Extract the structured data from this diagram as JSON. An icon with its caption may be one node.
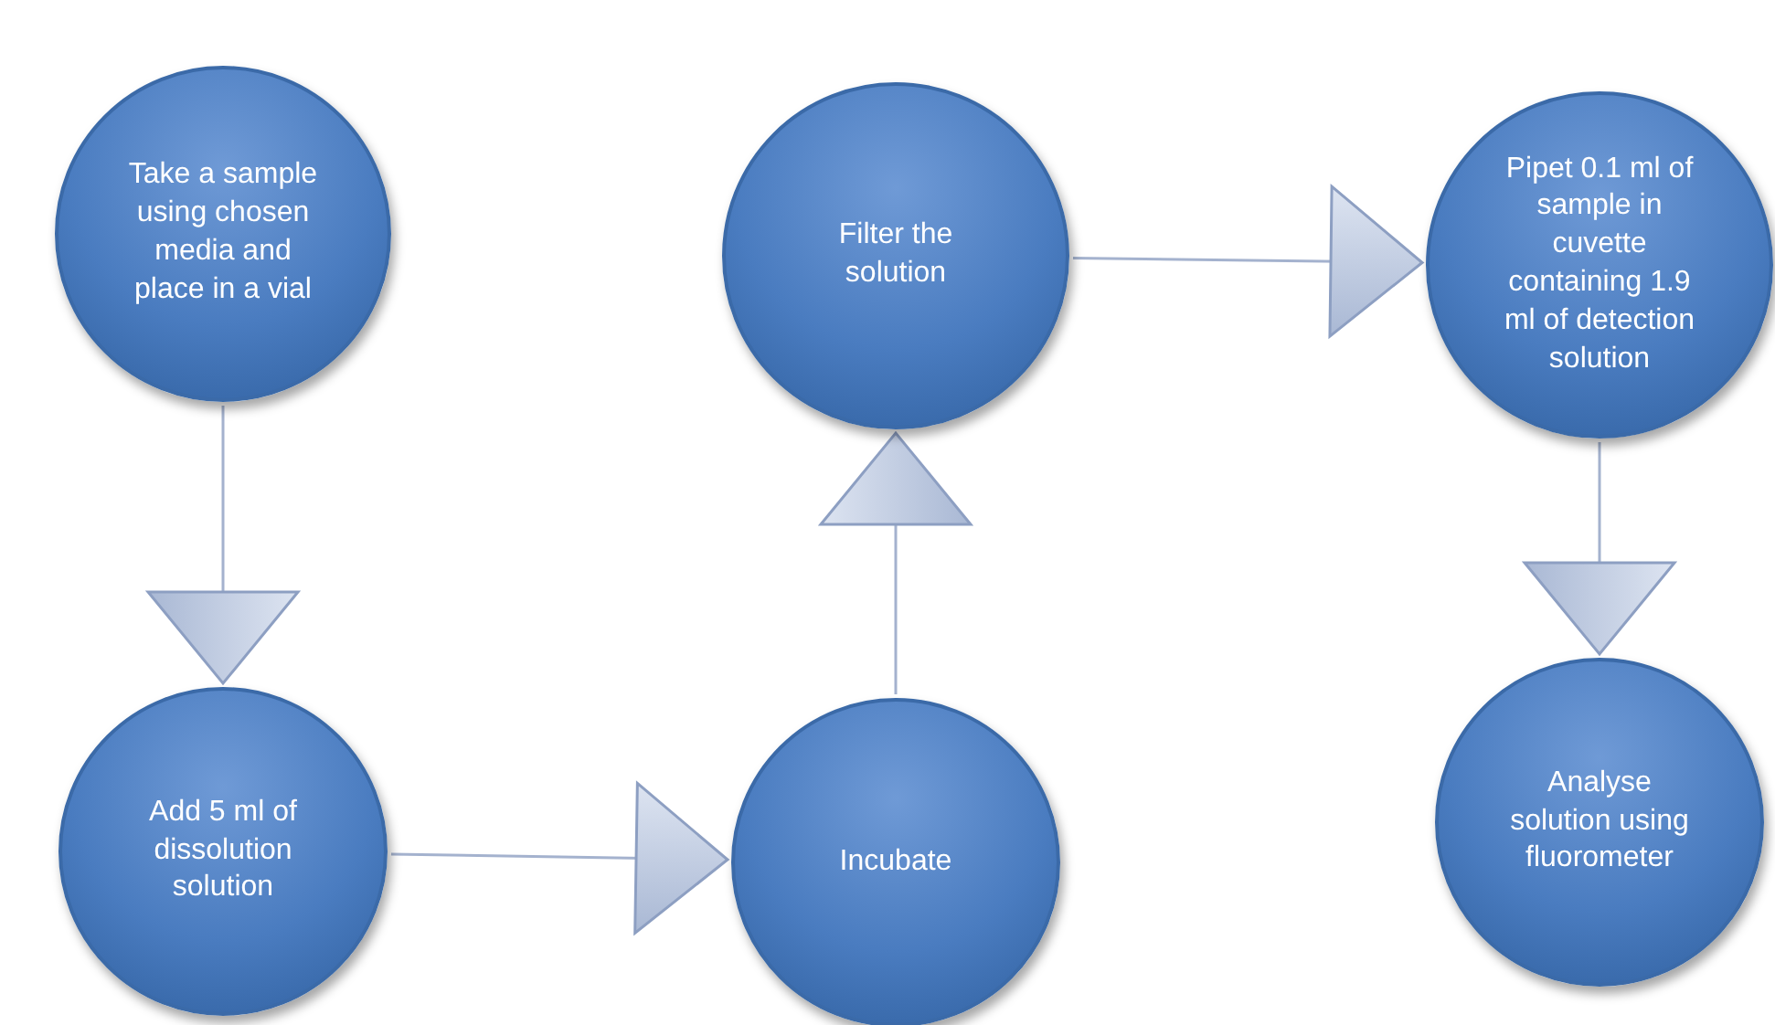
{
  "diagram": {
    "nodes": [
      {
        "text": [
          "Take a sample using chosen media and place in a vial"
        ]
      },
      {
        "text": [
          "Add 5 ml of dissolution solution"
        ]
      },
      {
        "text": [
          "Incubate"
        ]
      },
      {
        "text": [
          "Filter the solution"
        ]
      },
      {
        "text": [
          "Pipet 0.1 ml of sample in cuvette containing 1.9 ml of detection solution"
        ]
      },
      {
        "text": [
          "Analyse solution using fluorometer"
        ]
      }
    ],
    "edges": [
      {
        "from": 0,
        "to": 1,
        "arrow": "to"
      },
      {
        "from": 1,
        "to": 2,
        "arrow": "to"
      },
      {
        "from": 2,
        "to": 3,
        "arrow": "to"
      },
      {
        "from": 3,
        "to": 4,
        "arrow": "to"
      },
      {
        "from": 4,
        "to": 5,
        "arrow": "to"
      }
    ]
  }
}
